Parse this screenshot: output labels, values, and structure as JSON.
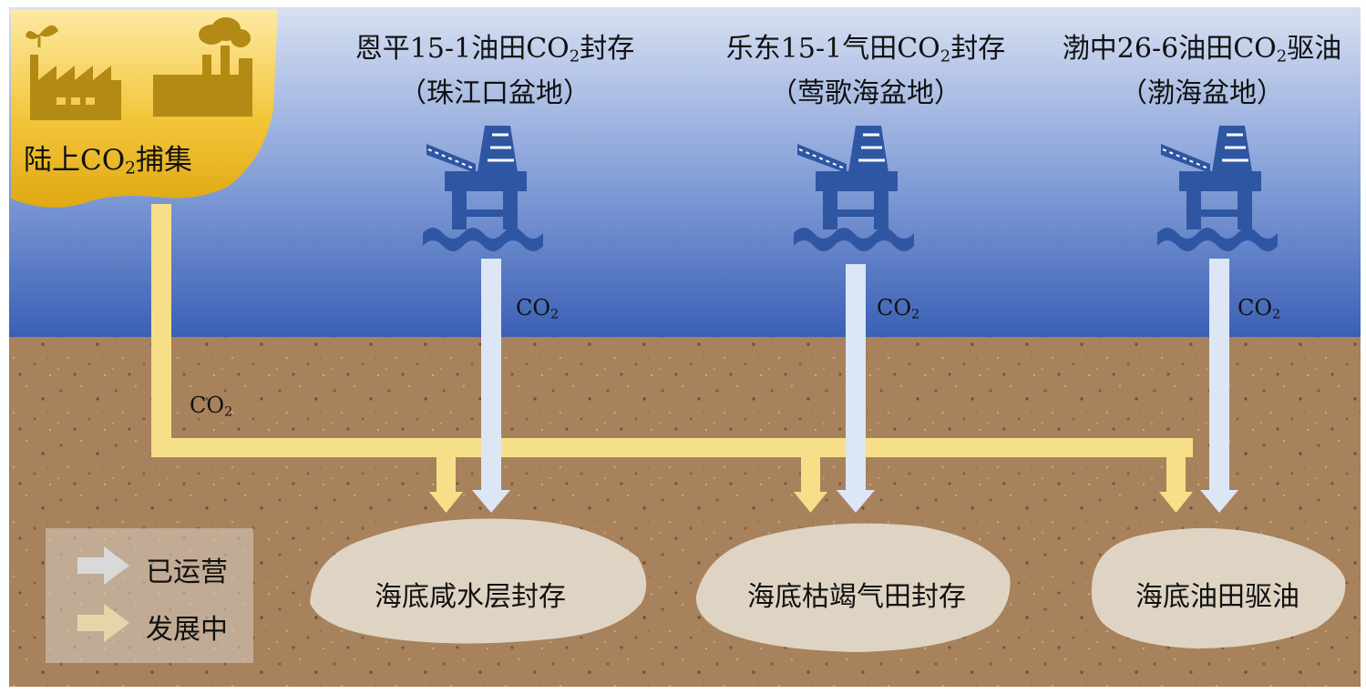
{
  "capture": {
    "label_pre": "陆上CO",
    "label_sub": "2",
    "label_post": "捕集"
  },
  "co2": {
    "main": "CO",
    "sub": "2"
  },
  "projects": [
    {
      "line1_pre": "恩平15-1油田CO",
      "line1_sub": "2",
      "line1_post": "封存",
      "line2": "（珠江口盆地）",
      "reservoir": "海底咸水层封存"
    },
    {
      "line1_pre": "乐东15-1气田CO",
      "line1_sub": "2",
      "line1_post": "封存",
      "line2": "（莺歌海盆地）",
      "reservoir": "海底枯竭气田封存"
    },
    {
      "line1_pre": "渤中26-6油田CO",
      "line1_sub": "2",
      "line1_post": "驱油",
      "line2": "（渤海盆地）",
      "reservoir": "海底油田驱油"
    }
  ],
  "legend": {
    "operating": "已运营",
    "developing": "发展中"
  },
  "colors": {
    "sky_top": "#cfd9ee",
    "sky_bottom": "#3a5fb4",
    "soil": "#a8825c",
    "operating_arrow": "#dce6f5",
    "developing_arrow": "#f7df8a",
    "platform": "#2f56a3",
    "capture_bg": "#f0be2a",
    "factory": "#b28a14"
  }
}
